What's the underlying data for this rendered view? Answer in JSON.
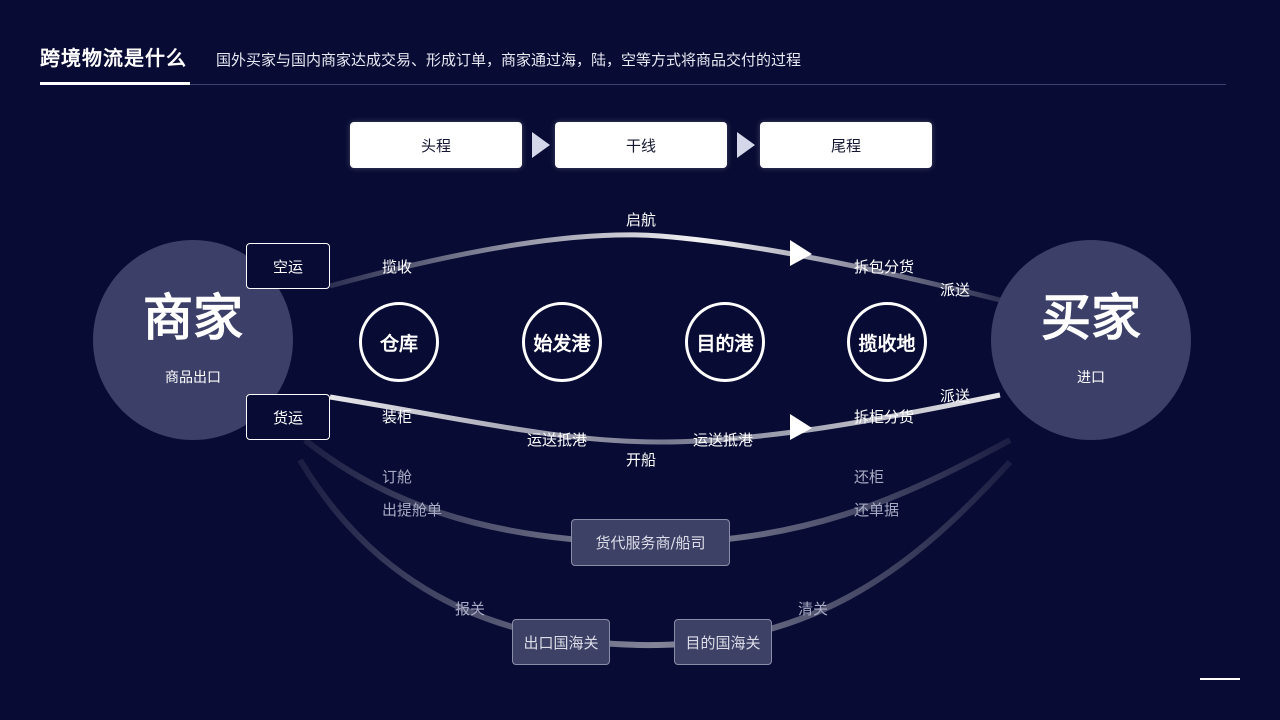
{
  "header": {
    "title": "跨境物流是什么",
    "subtitle": "国外买家与国内商家达成交易、形成订单，商家通过海，陆，空等方式将商品交付的过程"
  },
  "stages": [
    "头程",
    "干线",
    "尾程"
  ],
  "merchant": {
    "label": "商家",
    "sub": "商品出口"
  },
  "buyer": {
    "label": "买家",
    "sub": "进口"
  },
  "nodes": [
    "仓库",
    "始发港",
    "目的港",
    "揽收地"
  ],
  "modes": {
    "air": "空运",
    "cargo": "货运"
  },
  "upper_labels": {
    "pickup": "揽收",
    "sail": "启航",
    "unpack": "拆包分货",
    "deliver": "派送"
  },
  "lower_labels": {
    "load": "装柜",
    "transport1": "运送抵港",
    "transport2": "运送抵港",
    "ship": "开船",
    "unload": "拆柜分货",
    "deliver": "派送"
  },
  "forwarder": {
    "book": "订舱",
    "bill": "出提舱单",
    "return_container": "还柜",
    "return_docs": "还单据",
    "label": "货代服务商/船司"
  },
  "customs": {
    "declare": "报关",
    "clear": "清关",
    "export": "出口国海关",
    "import": "目的国海关"
  },
  "colors": {
    "background": "#080b33",
    "circle": "#3c3f68",
    "accent": "#ffffff"
  }
}
